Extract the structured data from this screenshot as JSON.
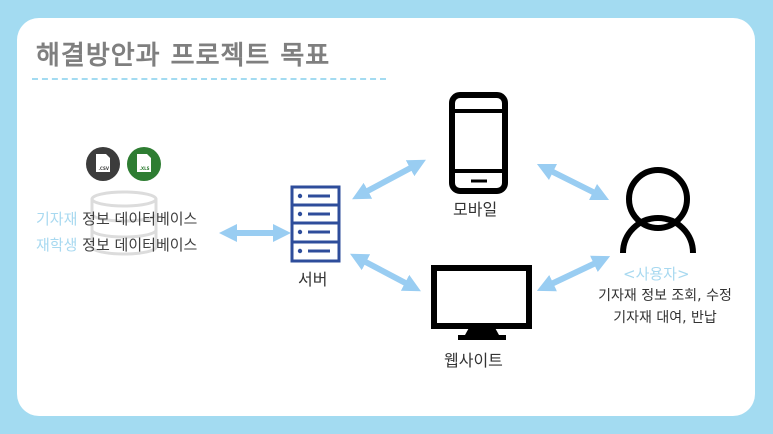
{
  "title": "해결방안과 프로젝트 목표",
  "databases": {
    "line1_highlight": "기자재",
    "line1_rest": " 정보 데이터베이스",
    "line2_highlight": "재학생",
    "line2_rest": " 정보 데이터베이스",
    "file_badges": [
      ".CSV",
      ".XLS"
    ]
  },
  "nodes": {
    "server": "서버",
    "mobile": "모바일",
    "website": "웹사이트"
  },
  "user": {
    "role": "<사용자>",
    "desc_line1": "기자재 정보 조회, 수정",
    "desc_line2": "기자재 대여, 반납"
  },
  "colors": {
    "background": "#a3dbf1",
    "arrow": "#99cdf2",
    "server_icon": "#2e4d9b",
    "csv_badge": "#3c3c3c",
    "xls_badge": "#2e7d32",
    "highlight_text": "#a8d9f0"
  }
}
